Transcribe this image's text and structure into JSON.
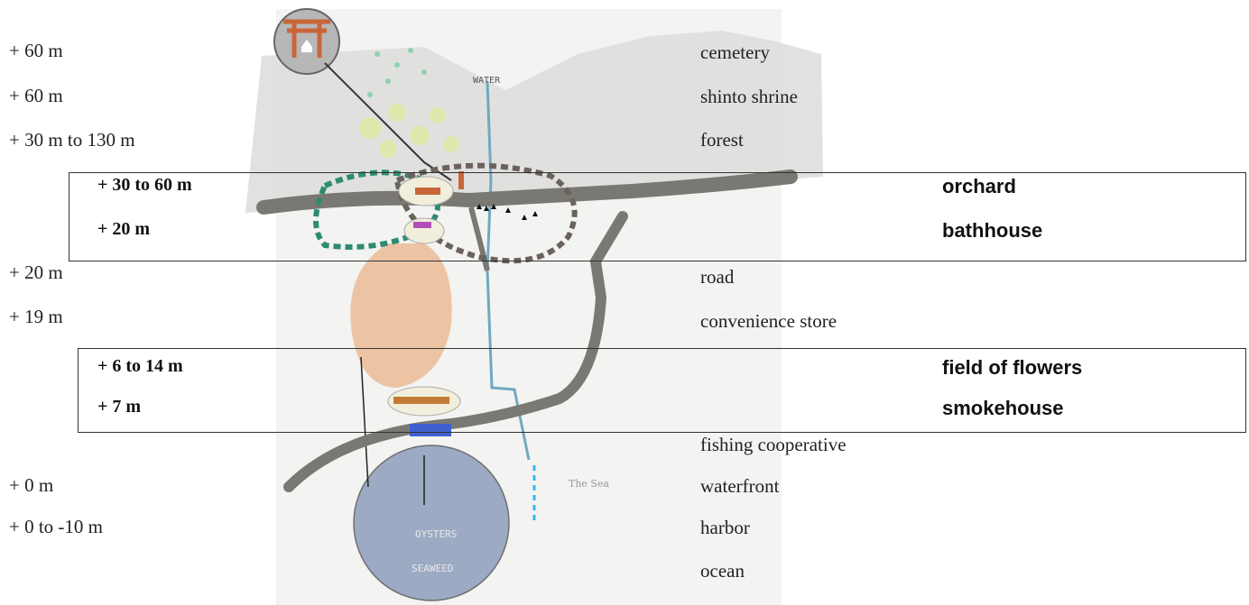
{
  "rows": [
    {
      "elevation": "+ 60 m",
      "place": "cemetery",
      "bold": false
    },
    {
      "elevation": "+ 60 m",
      "place": "shinto shrine",
      "bold": false
    },
    {
      "elevation": "+ 30 m to 130 m",
      "place": "forest",
      "bold": false
    },
    {
      "elevation": "+ 30 to 60 m",
      "place": "orchard",
      "bold": true
    },
    {
      "elevation": "+ 20 m",
      "place": "bathhouse",
      "bold": true
    },
    {
      "elevation": "+ 20 m",
      "place": "road",
      "bold": false
    },
    {
      "elevation": "+ 19 m",
      "place": "convenience store",
      "bold": false
    },
    {
      "elevation": "+ 6 to 14 m",
      "place": "field of flowers",
      "bold": true
    },
    {
      "elevation": "+ 7 m",
      "place": "smokehouse",
      "bold": true
    },
    {
      "elevation": "",
      "place": "fishing cooperative",
      "bold": false
    },
    {
      "elevation": "+ 0 m",
      "place": "waterfront",
      "bold": false
    },
    {
      "elevation": "+ 0 to -10 m",
      "place": "harbor",
      "bold": false
    },
    {
      "elevation": "",
      "place": "ocean",
      "bold": false
    }
  ],
  "sketch_labels": {
    "water": "WATER",
    "oysters": "OYSTERS",
    "seaweed": "SEAWEED",
    "sea": "The Sea"
  },
  "colors": {
    "road": "#7a7872",
    "river": "#6fa9c0",
    "ocean": "#7f92b5",
    "field": "#e9b48a",
    "orchard_outline": "#2e8b72",
    "bathhouse_outline": "#6b625c",
    "torii": "#c8663a",
    "smokehouse": "#c27a35",
    "cooperative": "#3f5fd1",
    "bath_marker": "#b24fb6"
  }
}
